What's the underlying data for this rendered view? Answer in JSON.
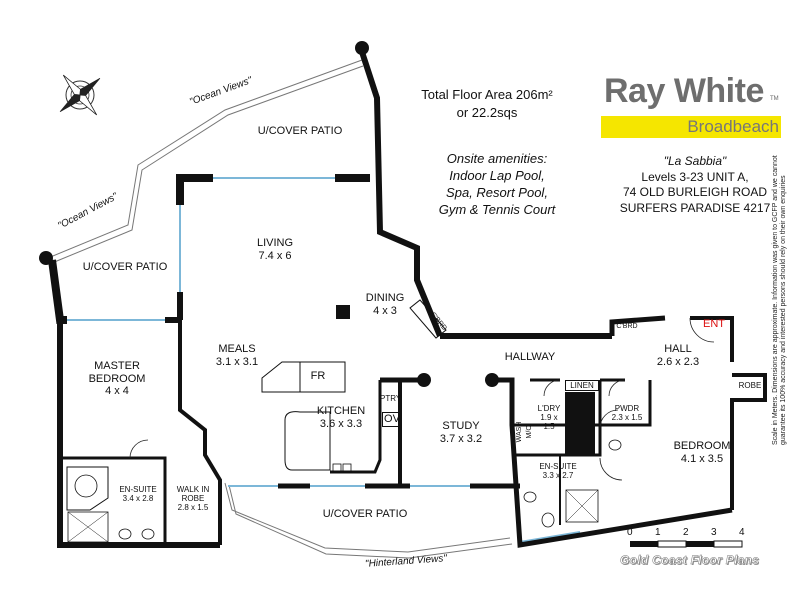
{
  "header": {
    "floor_area_line1": "Total Floor Area 206m²",
    "floor_area_line2": "or 22.2sqs",
    "amenities": [
      "Onsite amenities:",
      "Indoor Lap Pool,",
      "Spa, Resort Pool,",
      "Gym & Tennis Court"
    ]
  },
  "brand": {
    "name": "Ray White",
    "office": "Broadbeach",
    "accent_color": "#f5e600",
    "name_color": "#6e6e6e"
  },
  "address": {
    "building": "\"La Sabbia\"",
    "levels": "Levels 3-23   UNIT A,",
    "street": "74 OLD BURLEIGH ROAD",
    "suburb": "SURFERS PARADISE 4217"
  },
  "views": {
    "ocean_top": "\"Ocean Views\"",
    "ocean_left": "\"Ocean Views\"",
    "hinterland": "\"Hinterland Views\""
  },
  "rooms": {
    "patio_top": "U/COVER PATIO",
    "patio_left": "U/COVER PATIO",
    "patio_bottom": "U/COVER PATIO",
    "living": {
      "name": "LIVING",
      "dims": "7.4 x 6"
    },
    "dining": {
      "name": "DINING",
      "dims": "4 x 3"
    },
    "meals": {
      "name": "MEALS",
      "dims": "3.1 x 3.1"
    },
    "fridge": "FR",
    "kitchen": {
      "name": "KITCHEN",
      "dims": "3.6 x 3.3"
    },
    "pantry": "PTRY",
    "oven": "OV",
    "study": {
      "name": "STUDY",
      "dims": "3.7 x 3.2"
    },
    "master": {
      "name1": "MASTER",
      "name2": "BEDROOM",
      "dims": "4 x 4"
    },
    "ensuite_master": {
      "name": "EN-SUITE",
      "dims": "3.4 x 2.8"
    },
    "wir": {
      "name1": "WALK IN",
      "name2": "ROBE",
      "dims": "2.8 x 1.5"
    },
    "hallway": "HALLWAY",
    "hall": {
      "name": "HALL",
      "dims": "2.6 x 2.3"
    },
    "cbrd_1": "C'BRD",
    "cbrd_2": "C'BRD",
    "entry": "ENT",
    "linen": "LINEN",
    "laundry": {
      "name": "L'DRY",
      "dims1": "1.9 x",
      "dims2": "1.5"
    },
    "wash": "WASH",
    "mc": "M/C",
    "powder": {
      "name": "PWDR",
      "dims": "2.3 x 1.5"
    },
    "robe": "ROBE",
    "bedroom": {
      "name": "BEDROOM",
      "dims": "4.1 x 3.5"
    },
    "ensuite_2": {
      "name": "EN-SUITE",
      "dims": "3.3 x 2.7"
    }
  },
  "scale": {
    "ticks": [
      "0",
      "1",
      "2",
      "3",
      "4"
    ]
  },
  "credit": "Gold Coast Floor Plans",
  "disclaimer": "Scale in Meters. Dimensions are approximate. Information was given to GCFP and we cannot guarantee its 100% accuracy and interested persons should rely on their own enquiries"
}
